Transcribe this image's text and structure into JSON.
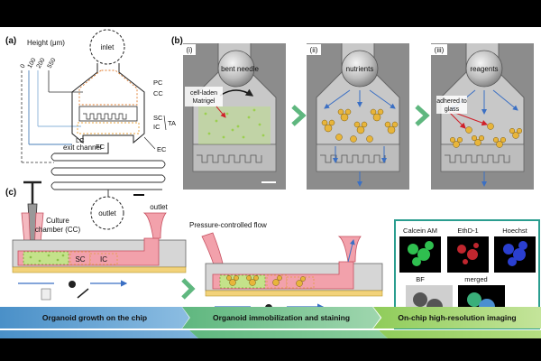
{
  "panel_a": {
    "label": "(a)",
    "height_label": "Height (μm)",
    "height_ticks": [
      "0",
      "100",
      "200",
      "550"
    ],
    "inlet": "inlet",
    "outlet": "outlet",
    "exit_channel": "exit channel",
    "labels": {
      "pc": "PC",
      "cc": "CC",
      "sc": "SC",
      "ic": "IC",
      "ta": "TA",
      "lc": "LC",
      "fc": "FC",
      "ec": "EC"
    }
  },
  "panel_b": {
    "label": "(b)",
    "sub": [
      {
        "label": "(i)",
        "needle": "bent needle",
        "cell_label_1": "cell-laden",
        "cell_label_2": "Matrigel"
      },
      {
        "label": "(ii)",
        "agent": "nutrients"
      },
      {
        "label": "(iii)",
        "agent": "reagents",
        "note_1": "adhered to",
        "note_2": "glass"
      }
    ]
  },
  "panel_c": {
    "label": "(c)",
    "culture_1": "Culture",
    "culture_2": "chamber (CC)",
    "sc": "SC",
    "ic": "IC",
    "outlet": "outlet",
    "pressure": "Pressure-controlled flow",
    "imaging": {
      "calcein": "Calcein AM",
      "ethd": "EthD-1",
      "hoechst": "Hoechst",
      "bf": "BF",
      "merged": "merged"
    }
  },
  "banner": [
    "Organoid growth on the chip",
    "Organoid immobilization and staining",
    "On-chip high-resolution imaging"
  ],
  "colors": {
    "media": "#f2a1ab",
    "matrigel": "#c4e28a",
    "organoid": "#e8b53a",
    "flow_arrow": "#3a6fc4",
    "highlight_arrow": "#d0202a",
    "chevron": "#5fb77f",
    "inset_border": "#2a9d8f"
  }
}
